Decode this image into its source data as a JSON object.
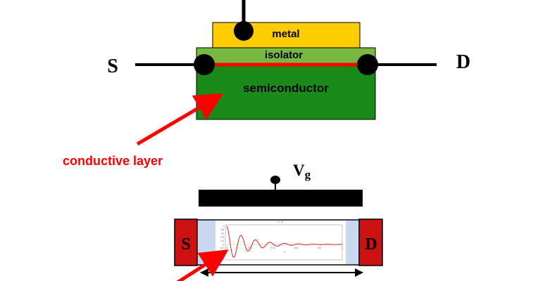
{
  "top_diagram": {
    "metal_label": "metal",
    "isolator_label": "isolator",
    "semiconductor_label": "semiconductor",
    "source_label": "S",
    "drain_label": "D",
    "conductive_layer_label": "conductive layer",
    "colors": {
      "metal": "#ffcc00",
      "isolator": "#77b843",
      "semiconductor": "#1a8a1a",
      "channel": "#ff0000",
      "arrow": "#ff0000",
      "contacts": "#000000"
    }
  },
  "bottom_diagram": {
    "gate_label": "V",
    "gate_subscript": "g",
    "source_label": "S",
    "drain_label": "D",
    "colors": {
      "electrode": "#cc1111",
      "channel_edge": "#c8d8f0",
      "gate": "#000000",
      "arrow": "#ff0000"
    },
    "plot": {
      "title": "t = 0",
      "x_ticks": [
        "0",
        "0.2",
        "0.4",
        "0.6",
        "0.8",
        "1"
      ],
      "y_ticks": [
        "1",
        "0.8",
        "0.6",
        "0.4",
        "0.2",
        "0",
        "-0.2",
        "-0.4",
        "-0.6",
        "-0.8"
      ],
      "x_label": "x"
    }
  }
}
